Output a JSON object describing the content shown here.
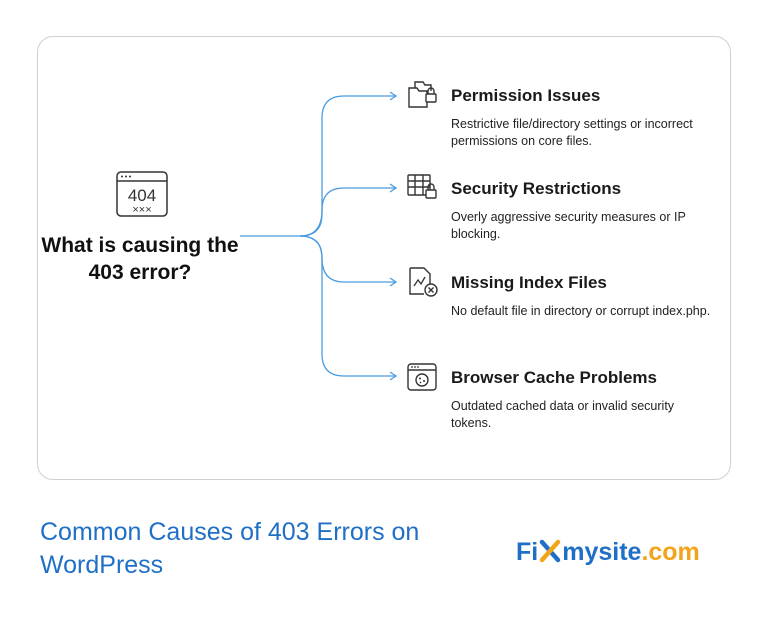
{
  "diagram": {
    "question": "What is causing the 403 error?",
    "center_icon": {
      "name": "error-404-window-icon",
      "code": "404",
      "marks": "×××"
    },
    "items": [
      {
        "icon": "folder-lock-icon",
        "title": "Permission Issues",
        "description": "Restrictive file/directory settings or incorrect permissions on core files."
      },
      {
        "icon": "firewall-lock-icon",
        "title": "Security Restrictions",
        "description": "Overly aggressive security measures or IP blocking."
      },
      {
        "icon": "broken-file-icon",
        "title": "Missing Index Files",
        "description": "No default file in directory or corrupt index.php."
      },
      {
        "icon": "browser-cookie-icon",
        "title": "Browser Cache Problems",
        "description": "Outdated cached data or invalid security tokens."
      }
    ]
  },
  "footer": {
    "title": "Common Causes of 403 Errors on WordPress",
    "logo": {
      "part1": "Fi",
      "part2": "mysite",
      "part3": ".com"
    }
  },
  "colors": {
    "accent": "#1f6fc6",
    "connector": "#4a9be0",
    "logo_orange": "#f2a51a",
    "icon": "#333333"
  }
}
